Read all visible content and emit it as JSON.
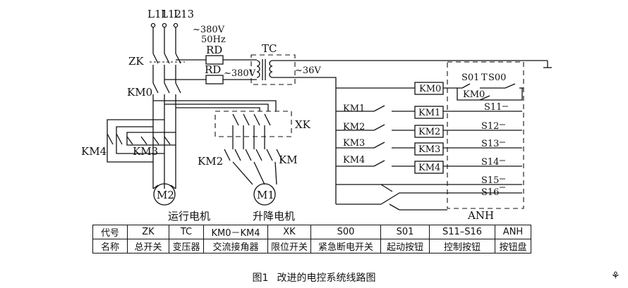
{
  "supply": {
    "phases": [
      "L11",
      "L12",
      "L13"
    ],
    "voltage": "~380V",
    "frequency": "50Hz"
  },
  "labels": {
    "zk": "ZK",
    "km0": "KM0",
    "km4": "KM4",
    "km3": "KM3",
    "km2": "KM2",
    "km": "KM",
    "rd": "RD",
    "tc": "TC",
    "v380": "~380V",
    "v36": "~36V",
    "xk": "XK",
    "s01": "S01",
    "s00": "S00",
    "t": "T",
    "coil_km0": "KM0",
    "coil_km1": "KM1",
    "coil_km2": "KM2",
    "coil_km3": "KM3",
    "coil_km4": "KM4",
    "sw_km1": "KM1",
    "sw_km2": "KM2",
    "sw_km3": "KM3",
    "sw_km4": "KM4",
    "aux_km0": "KM0",
    "s11": "S11",
    "s12": "S12",
    "s13": "S13",
    "s14": "S14",
    "s15": "S15",
    "s16": "S16",
    "anh": "ANH",
    "m1": "M1",
    "m2": "M2",
    "motor_run": "运行电机",
    "motor_lift": "升降电机"
  },
  "table": {
    "header_label": "代号",
    "name_label": "名称",
    "codes": [
      "ZK",
      "TC",
      "KM0－KM4",
      "XK",
      "S00",
      "S01",
      "S11–S16",
      "ANH"
    ],
    "names": [
      "总开关",
      "变压器",
      "交流接角器",
      "限位开关",
      "紧急断电开关",
      "起动按钮",
      "控制按钮",
      "按钮盘"
    ]
  },
  "caption": {
    "number": "图1",
    "title": "改进的电控系统线路图"
  },
  "corner_mark": "⚘"
}
